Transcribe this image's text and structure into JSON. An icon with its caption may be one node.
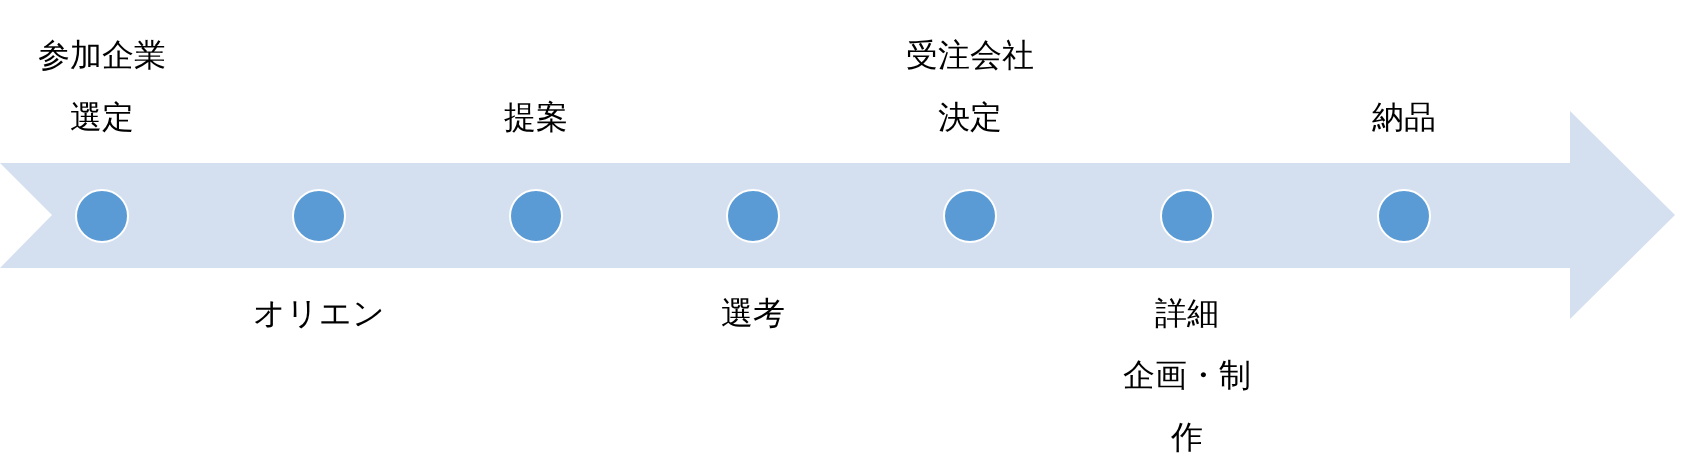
{
  "diagram": {
    "nodes": [
      {
        "text": [],
        "shape": "circle",
        "beside": [
          "参加企業",
          "選定"
        ]
      },
      {
        "text": [],
        "shape": "circle",
        "beside": [
          "オリエン"
        ]
      },
      {
        "text": [],
        "shape": "circle",
        "beside": [
          "提案"
        ]
      },
      {
        "text": [],
        "shape": "circle",
        "beside": [
          "選考"
        ]
      },
      {
        "text": [],
        "shape": "circle",
        "beside": [
          "受注会社",
          "決定"
        ]
      },
      {
        "text": [],
        "shape": "circle",
        "beside": [
          "詳細",
          "企画・制作"
        ]
      },
      {
        "text": [],
        "shape": "circle",
        "beside": [
          "納品"
        ]
      }
    ],
    "edges": []
  }
}
